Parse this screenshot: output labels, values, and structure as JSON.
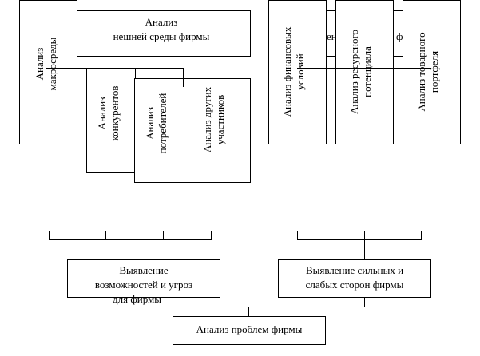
{
  "left_group": {
    "header": {
      "line1": "Анализ",
      "line2": "нешней среды фирмы"
    },
    "macro": {
      "line1": "Анализ",
      "line2": "макросреды"
    },
    "competitors": {
      "line1": "Анализ",
      "line2": "конкурентов"
    },
    "consumers": {
      "line1": "Анализ",
      "line2": "потребителей"
    },
    "other": {
      "line1": "Анализ других",
      "line2": "участников"
    }
  },
  "right_group": {
    "header_fragment_left": "ен",
    "header_fragment_right": "ф",
    "financial": {
      "line1": "Анализ финансовых",
      "line2": "условий"
    },
    "resource": {
      "line1": "Анализ ресурсного",
      "line2": "потенциала"
    },
    "portfolio": {
      "line1": "Анализ товарного",
      "line2": "портфеля"
    }
  },
  "opportunities": {
    "line1": "Выявление",
    "line2": "возможностей и угроз",
    "line3": "для фирмы"
  },
  "strengths": {
    "line1": "Выявление сильных и",
    "line2": "слабых сторон фирмы"
  },
  "problems": {
    "label": "Анализ проблем фирмы"
  }
}
